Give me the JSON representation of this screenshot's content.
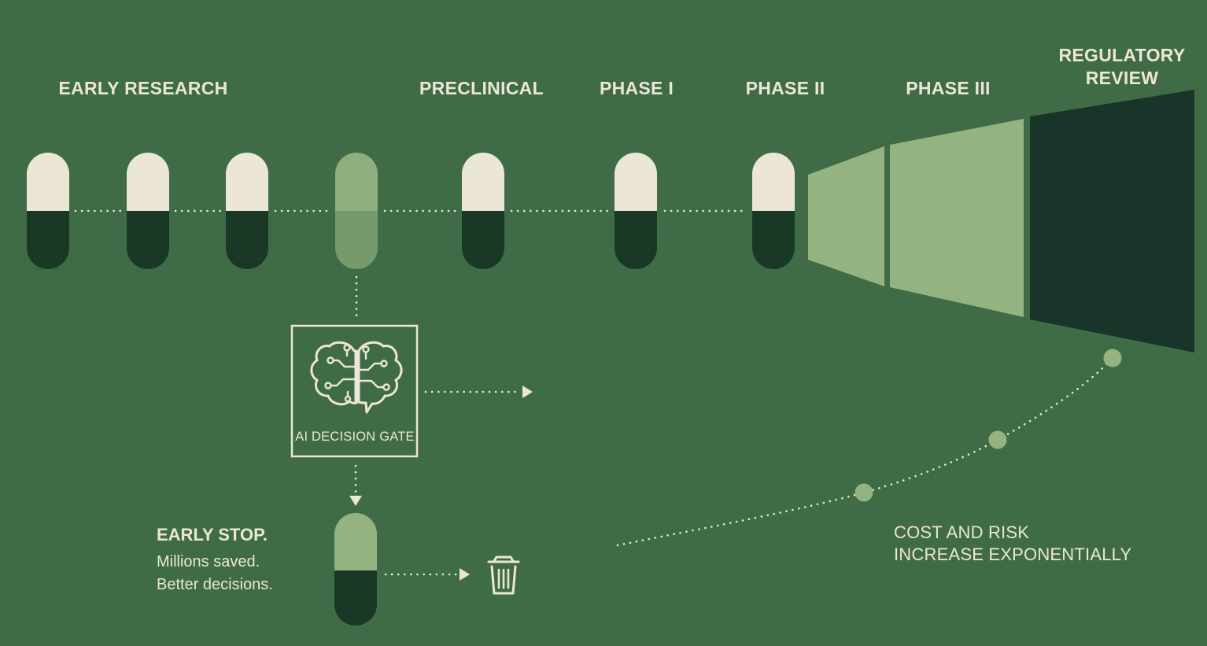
{
  "stages": {
    "early_research": "EARLY RESEARCH",
    "preclinical": "PRECLINICAL",
    "phase_1": "PHASE I",
    "phase_2": "PHASE II",
    "phase_3": "PHASE III",
    "regulatory_line1": "REGULATORY",
    "regulatory_line2": "REVIEW"
  },
  "gate": {
    "label": "AI DECISION GATE",
    "icon": "brain-circuit-icon"
  },
  "early_stop": {
    "title": "EARLY STOP.",
    "line1": "Millions saved.",
    "line2": "Better decisions.",
    "icon": "trash-icon"
  },
  "cost_note": {
    "line1": "COST AND RISK",
    "line2": "INCREASE EXPONENTIALLY"
  },
  "colors": {
    "background": "#3f6c46",
    "cream": "#ece6d4",
    "dark": "#1a3826",
    "light_green": "#94b381",
    "funnel_dark": "#19352a"
  }
}
